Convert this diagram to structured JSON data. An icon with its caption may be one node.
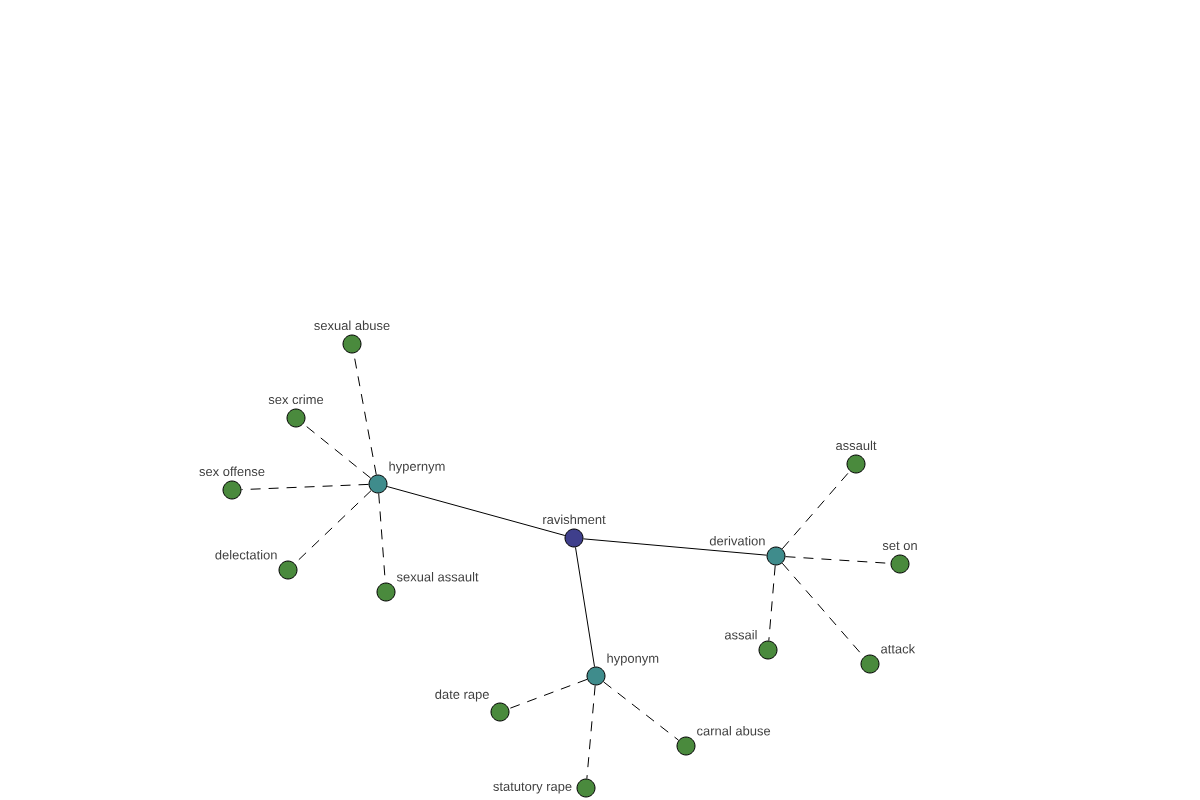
{
  "diagram": {
    "nodes": [
      {
        "text": [
          "ravishment"
        ]
      },
      {
        "text": [
          "hypernym"
        ]
      },
      {
        "text": [
          "sexual abuse"
        ]
      },
      {
        "text": [
          "sex crime"
        ]
      },
      {
        "text": [
          "sex offense"
        ]
      },
      {
        "text": [
          "delectation"
        ]
      },
      {
        "text": [
          "sexual assault"
        ]
      },
      {
        "text": [
          "derivation"
        ]
      },
      {
        "text": [
          "assault"
        ]
      },
      {
        "text": [
          "set on"
        ]
      },
      {
        "text": [
          "assail"
        ]
      },
      {
        "text": [
          "attack"
        ]
      },
      {
        "text": [
          "hyponym"
        ]
      },
      {
        "text": [
          "date rape"
        ]
      },
      {
        "text": [
          "carnal abuse"
        ]
      },
      {
        "text": [
          "statutory rape"
        ]
      }
    ],
    "edges": [
      {
        "from": 0,
        "to": 1,
        "arrow": "none"
      },
      {
        "from": 0,
        "to": 7,
        "arrow": "none"
      },
      {
        "from": 0,
        "to": 12,
        "arrow": "none"
      },
      {
        "from": 1,
        "to": 2,
        "arrow": "none",
        "style": "dashed"
      },
      {
        "from": 1,
        "to": 3,
        "arrow": "none",
        "style": "dashed"
      },
      {
        "from": 1,
        "to": 4,
        "arrow": "none",
        "style": "dashed"
      },
      {
        "from": 1,
        "to": 5,
        "arrow": "none",
        "style": "dashed"
      },
      {
        "from": 1,
        "to": 6,
        "arrow": "none",
        "style": "dashed"
      },
      {
        "from": 7,
        "to": 8,
        "arrow": "none",
        "style": "dashed"
      },
      {
        "from": 7,
        "to": 9,
        "arrow": "none",
        "style": "dashed"
      },
      {
        "from": 7,
        "to": 10,
        "arrow": "none",
        "style": "dashed"
      },
      {
        "from": 7,
        "to": 11,
        "arrow": "none",
        "style": "dashed"
      },
      {
        "from": 12,
        "to": 13,
        "arrow": "none",
        "style": "dashed"
      },
      {
        "from": 12,
        "to": 14,
        "arrow": "none",
        "style": "dashed"
      },
      {
        "from": 12,
        "to": 15,
        "arrow": "none",
        "style": "dashed"
      }
    ]
  }
}
